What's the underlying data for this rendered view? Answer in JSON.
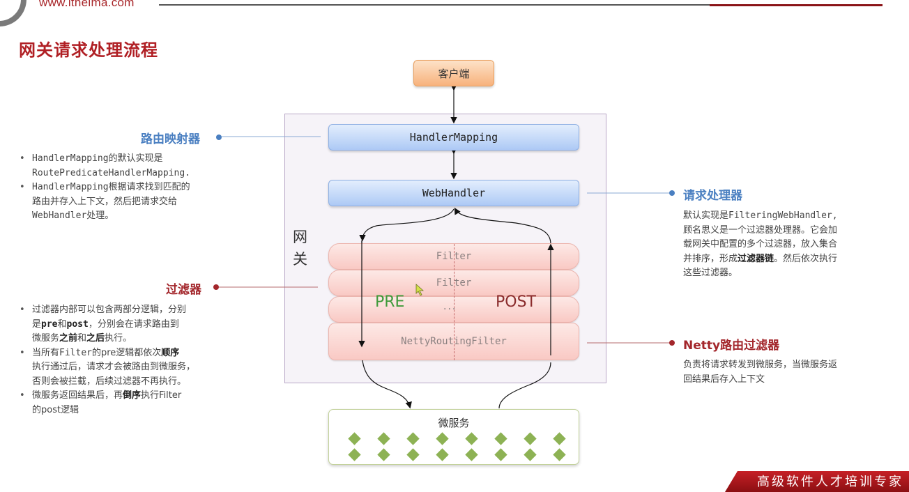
{
  "header": {
    "site_url": "www.itheima.com",
    "title": "网关请求处理流程"
  },
  "colors": {
    "title_red": "#b01f24",
    "label_blue": "#4a7fc1",
    "label_red": "#a3262b",
    "pre_green": "#3f9a3a",
    "post_red": "#8b2d2d",
    "diamond_green": "#8db254"
  },
  "diagram": {
    "client": "客户端",
    "gateway_label": "网关",
    "handler_mapping": "HandlerMapping",
    "web_handler": "WebHandler",
    "filters": [
      "Filter",
      "Filter",
      "...",
      "NettyRoutingFilter"
    ],
    "pre": "PRE",
    "post": "POST",
    "microservice": "微服务",
    "microservice_icon_rows": 2,
    "microservice_icon_cols": 8
  },
  "annotations": {
    "routing_mapper": {
      "label": "路由映射器",
      "bullets": [
        [
          "",
          "HandlerMapping",
          "的默认实现是"
        ],
        [
          "",
          "RoutePredicateHandlerMapping."
        ],
        [
          "",
          "HandlerMapping",
          "根据请求找到匹配的路由并存入上下文，然后把请求交给"
        ]
      ],
      "b1_line1_code": "HandlerMapping",
      "b1_line1_text": "的默认实现是",
      "b1_line2_code": "RoutePredicateHandlerMapping.",
      "b2_line1_code": "HandlerMapping",
      "b2_line1_text": "根据请求找到匹配的",
      "b2_line2_text": "路由并存入上下文，然后把请求交给",
      "b2_line3_code": "WebHandler",
      "b2_line3_text": "处理。"
    },
    "request_handler": {
      "label": "请求处理器",
      "line1_text": "默认实现是",
      "line1_code": "FilteringWebHandler,",
      "line2": "顾名思义是一个过滤器处理器。它会加",
      "line3": "载网关中配置的多个过滤器，放入集合",
      "line4_a": "并排序，形成",
      "line4_bold": "过滤器链",
      "line4_b": "。然后依次执行",
      "line5": "这些过滤器。"
    },
    "filter": {
      "label": "过滤器",
      "b1_l1": "过滤器内部可以包含两部分逻辑，分别",
      "b1_l2_a": "是",
      "b1_l2_pre": "pre",
      "b1_l2_and": "和",
      "b1_l2_post": "post",
      "b1_l2_b": "，分别会在请求路由到",
      "b1_l3_a": "微服务",
      "b1_l3_before": "之前",
      "b1_l3_and": "和",
      "b1_l3_after": "之后",
      "b1_l3_b": "执行。",
      "b2_l1_a": "当所有",
      "b2_l1_code": "Filter",
      "b2_l1_b": "的pre逻辑都依次",
      "b2_l1_bold": "顺序",
      "b2_l2": "执行通过后，请求才会被路由到微服务，",
      "b2_l3": "否则会被拦截，后续过滤器不再执行。",
      "b3_l1_a": "微服务返回结果后，再",
      "b3_l1_bold": "倒序",
      "b3_l1_b": "执行Filter",
      "b3_l2": "的post逻辑"
    },
    "netty_filter": {
      "label": "Netty路由过滤器",
      "line1": "负责将请求转发到微服务，当微服务返",
      "line2": "回结果后存入上下文"
    }
  },
  "footer": {
    "banner_text": "高级软件人才培训专家"
  }
}
